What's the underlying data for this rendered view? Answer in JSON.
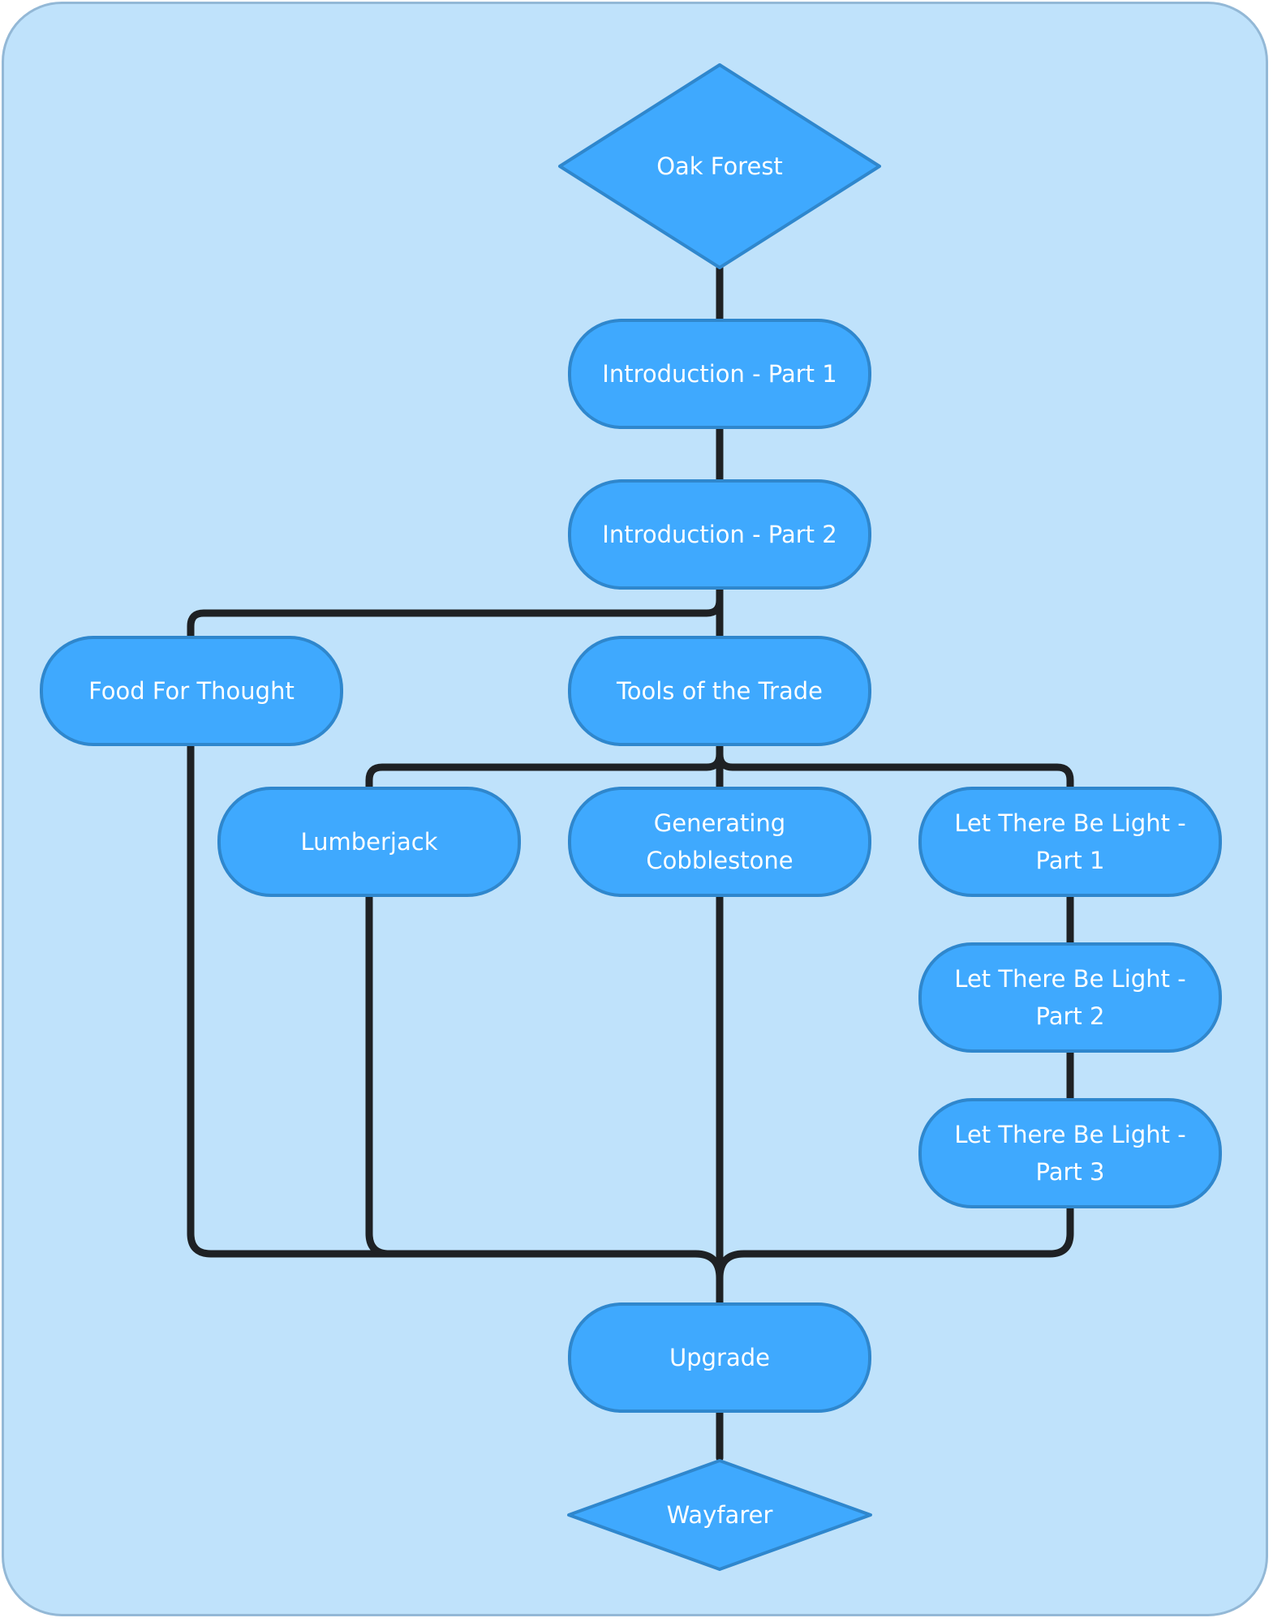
{
  "colors": {
    "panel_background": "#bfe2fb",
    "panel_border": "#93b8d6",
    "node_fill": "#3fa9fe",
    "node_border": "#2f87cd",
    "node_text": "#ffffff",
    "connector": "#1e2124"
  },
  "nodes": {
    "oak_forest": "Oak Forest",
    "intro_part1": "Introduction - Part 1",
    "intro_part2": "Introduction - Part 2",
    "food_for_thought": "Food For Thought",
    "tools_of_the_trade": "Tools of the Trade",
    "lumberjack": "Lumberjack",
    "generating_cobblestone": "Generating Cobblestone",
    "light_part1": "Let There Be Light - Part 1",
    "light_part2": "Let There Be Light - Part 2",
    "light_part3": "Let There Be Light - Part 3",
    "upgrade": "Upgrade",
    "wayfarer": "Wayfarer"
  },
  "edges": [
    [
      "oak_forest",
      "intro_part1"
    ],
    [
      "intro_part1",
      "intro_part2"
    ],
    [
      "intro_part2",
      "food_for_thought"
    ],
    [
      "intro_part2",
      "tools_of_the_trade"
    ],
    [
      "tools_of_the_trade",
      "lumberjack"
    ],
    [
      "tools_of_the_trade",
      "generating_cobblestone"
    ],
    [
      "tools_of_the_trade",
      "light_part1"
    ],
    [
      "light_part1",
      "light_part2"
    ],
    [
      "light_part2",
      "light_part3"
    ],
    [
      "food_for_thought",
      "upgrade"
    ],
    [
      "lumberjack",
      "upgrade"
    ],
    [
      "generating_cobblestone",
      "upgrade"
    ],
    [
      "light_part3",
      "upgrade"
    ],
    [
      "upgrade",
      "wayfarer"
    ]
  ]
}
